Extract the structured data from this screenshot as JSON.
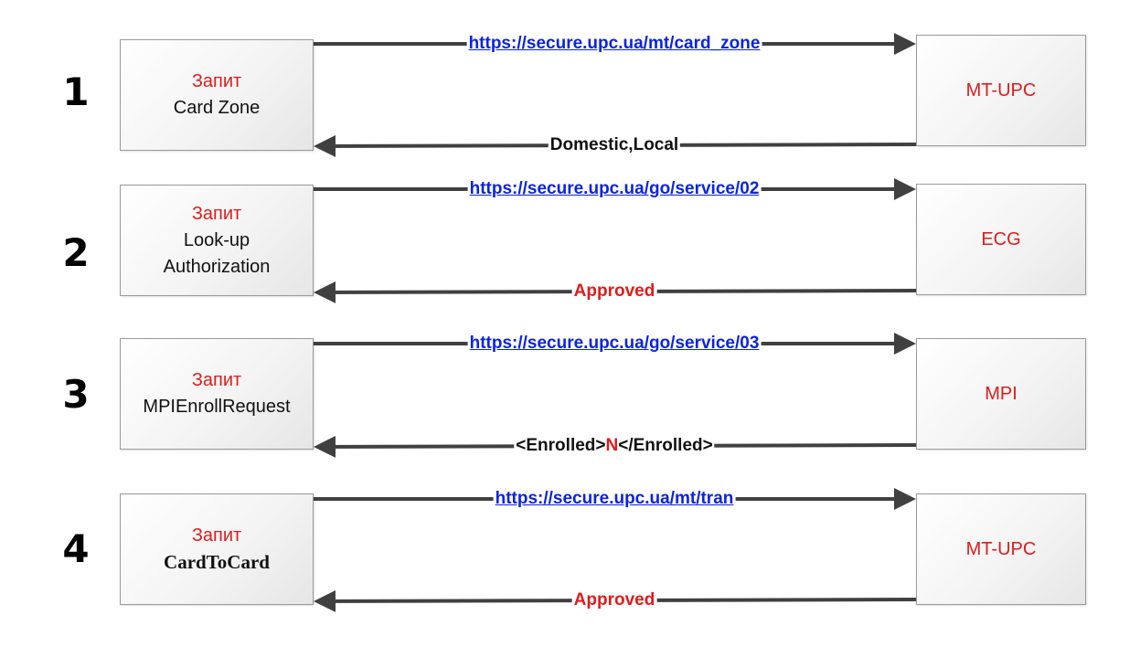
{
  "steps": [
    {
      "number": "1",
      "left_box": {
        "line1": "Запит",
        "line2": "Card Zone",
        "line3": ""
      },
      "right_box": "MT-UPC",
      "request": "https://secure.upc.ua/mt/card_zone",
      "response": {
        "pre": "Domestic,Local",
        "mid": "",
        "post": ""
      }
    },
    {
      "number": "2",
      "left_box": {
        "line1": "Запит",
        "line2": "Look-up",
        "line3": "Authorization"
      },
      "right_box": "ECG",
      "request": "https://secure.upc.ua/go/service/02",
      "response": {
        "pre": "",
        "mid": "Approved",
        "post": ""
      }
    },
    {
      "number": "3",
      "left_box": {
        "line1": "Запит",
        "line2": "MPIEnrollRequest",
        "line3": ""
      },
      "right_box": "MPI",
      "request": "https://secure.upc.ua/go/service/03",
      "response": {
        "pre": "<Enrolled>",
        "mid": "N",
        "post": "</Enrolled>"
      }
    },
    {
      "number": "4",
      "left_box": {
        "line1": "Запит",
        "line2": "CardToCard",
        "line3": ""
      },
      "right_box": "MT-UPC",
      "request": "https://secure.upc.ua/mt/tran",
      "response": {
        "pre": "",
        "mid": "Approved",
        "post": ""
      }
    }
  ],
  "colors": {
    "arrow": "#404040",
    "link": "#0b24e0",
    "accent": "#e01b1b"
  }
}
